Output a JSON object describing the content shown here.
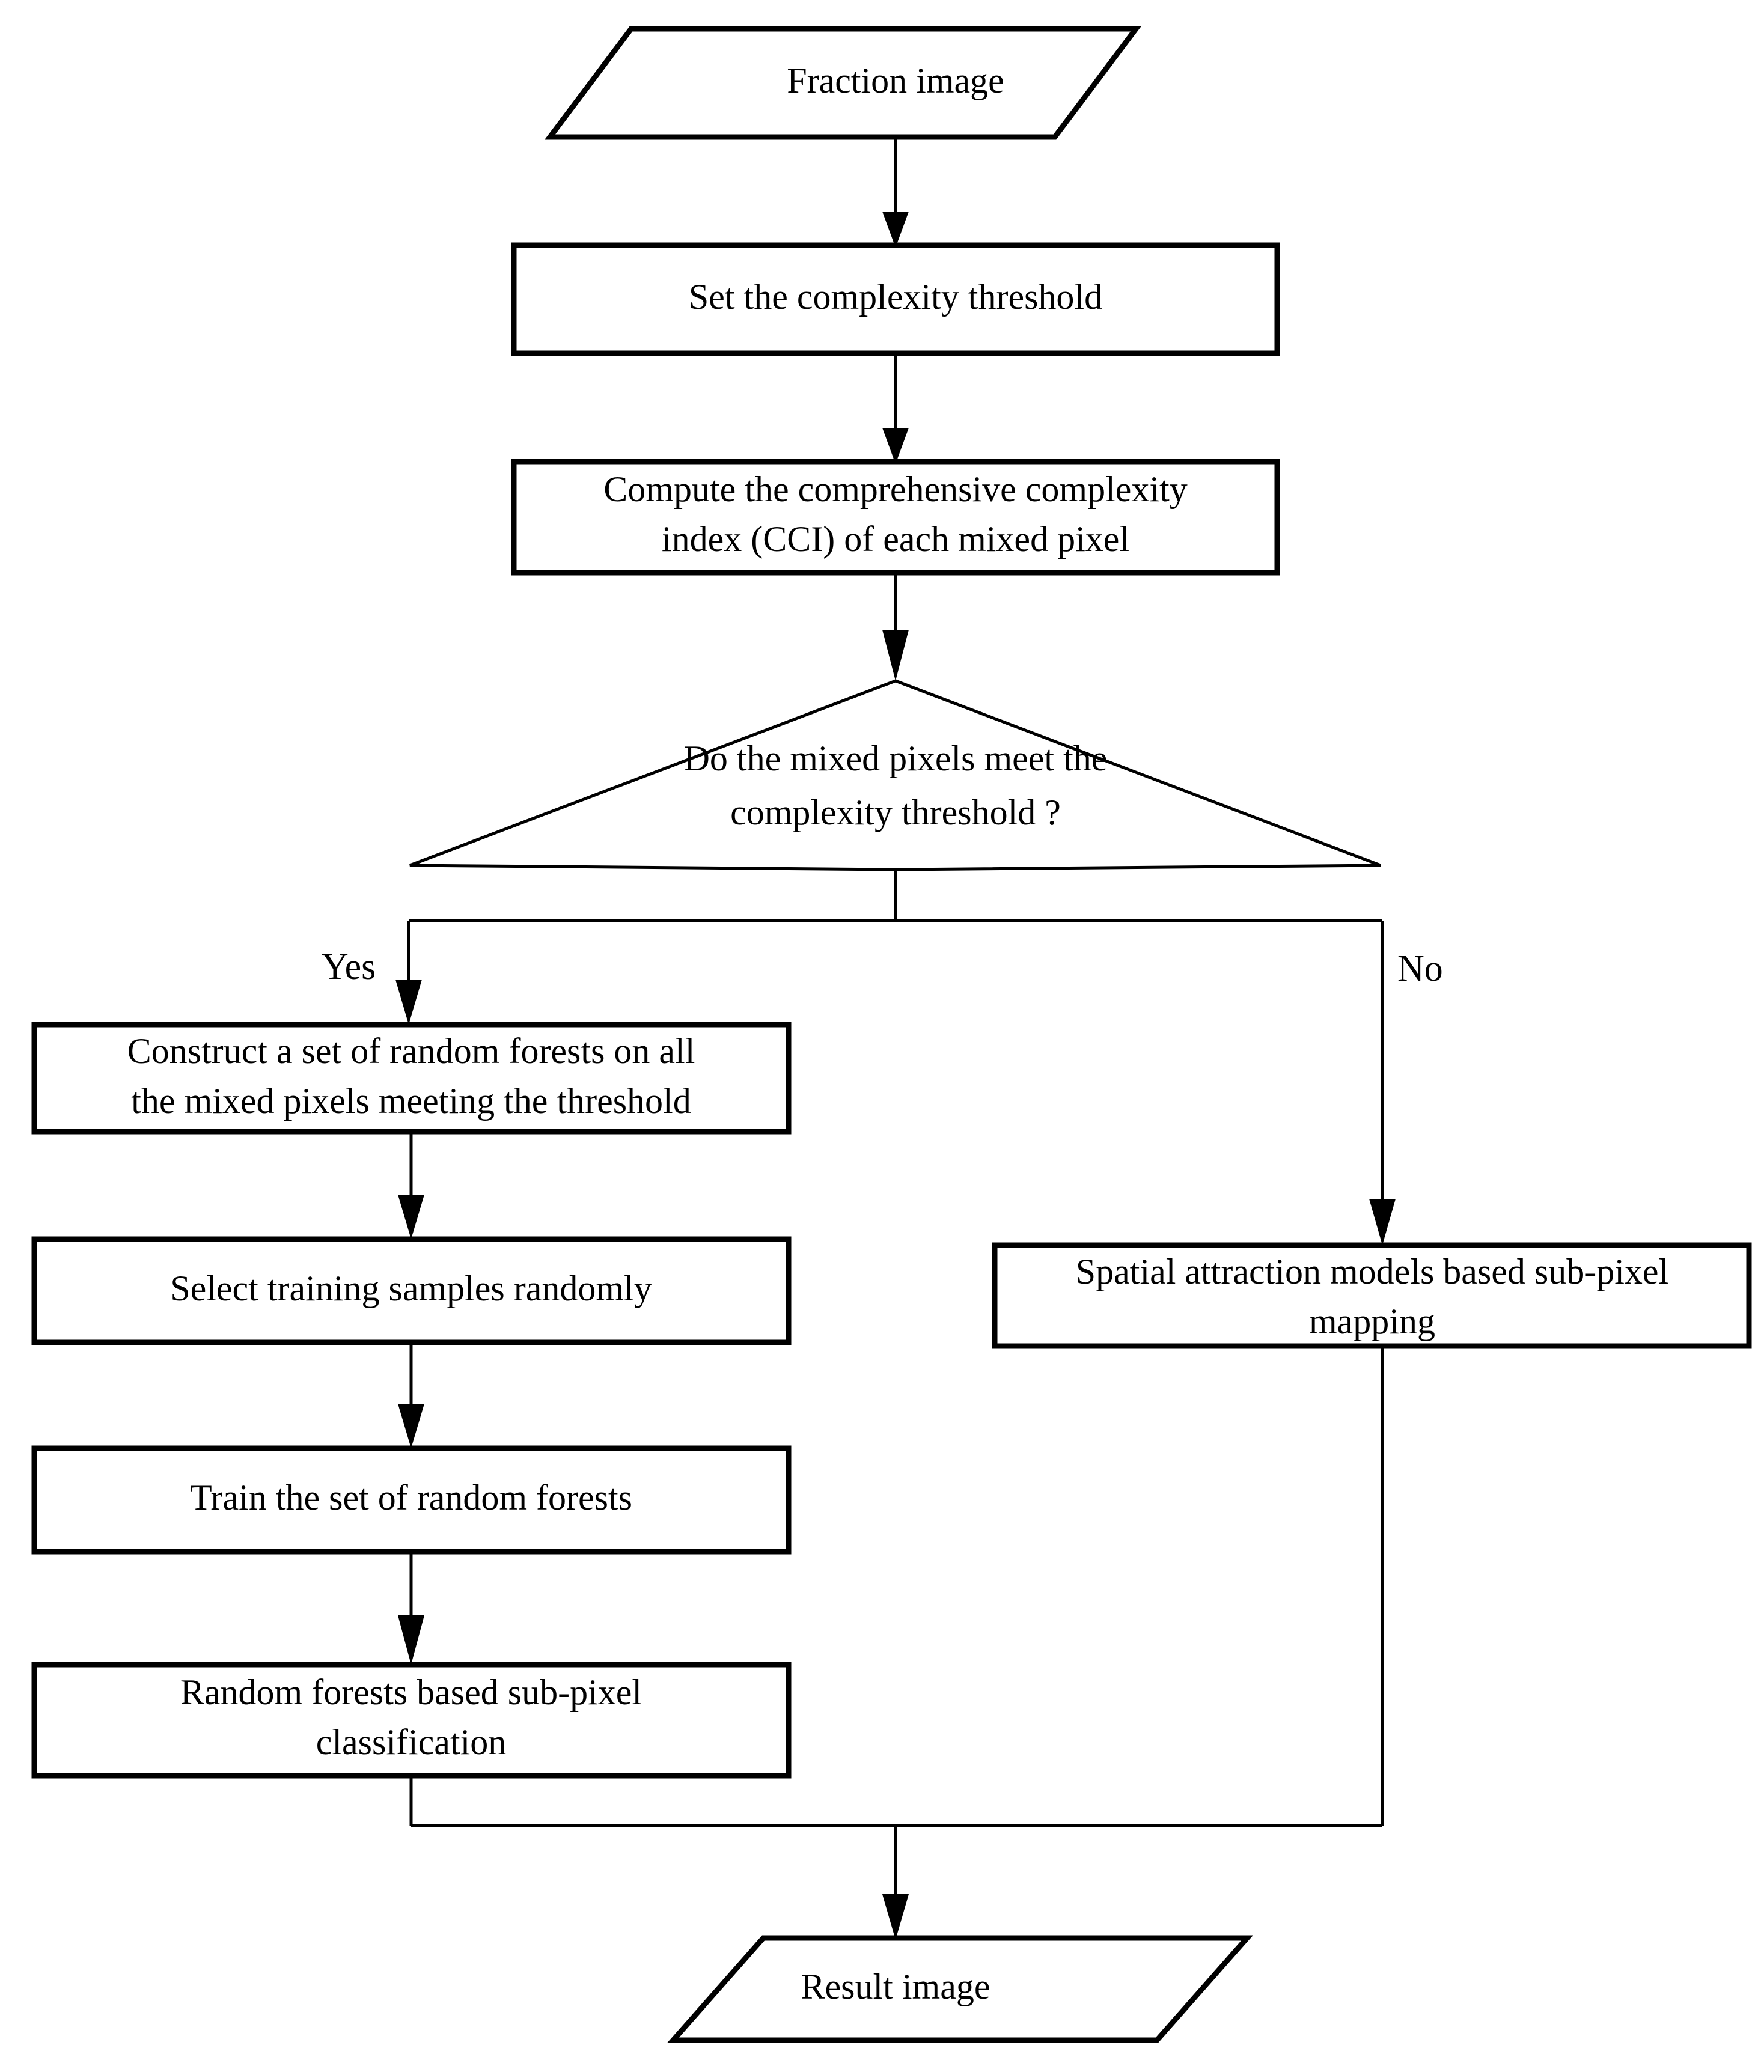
{
  "diagram": {
    "title": "Sub-pixel mapping workflow flowchart",
    "colors": {
      "stroke": "#000000",
      "fill": "#ffffff",
      "text": "#000000"
    },
    "nodes": {
      "fraction_image": {
        "label": "Fraction image",
        "shape": "parallelogram"
      },
      "set_threshold": {
        "label": "Set the complexity threshold",
        "shape": "process"
      },
      "compute_cci": {
        "label_line1": "Compute the comprehensive complexity",
        "label_line2": "index (CCI) of each mixed pixel",
        "shape": "process"
      },
      "decision": {
        "label_line1": "Do the mixed pixels meet the",
        "label_line2": "complexity threshold ?",
        "shape": "decision"
      },
      "construct_forests": {
        "label_line1": "Construct a set of random forests on all",
        "label_line2": "the mixed pixels meeting the threshold",
        "shape": "process"
      },
      "select_samples": {
        "label": "Select training samples randomly",
        "shape": "process"
      },
      "train_forests": {
        "label": "Train the set of random forests",
        "shape": "process"
      },
      "rf_classification": {
        "label_line1": "Random forests based sub-pixel",
        "label_line2": "classification",
        "shape": "process"
      },
      "spatial_attraction": {
        "label_line1": "Spatial attraction models based sub-pixel",
        "label_line2": "mapping",
        "shape": "process"
      },
      "result_image": {
        "label": "Result image",
        "shape": "parallelogram"
      }
    },
    "branch_labels": {
      "yes": "Yes",
      "no": "No"
    }
  }
}
